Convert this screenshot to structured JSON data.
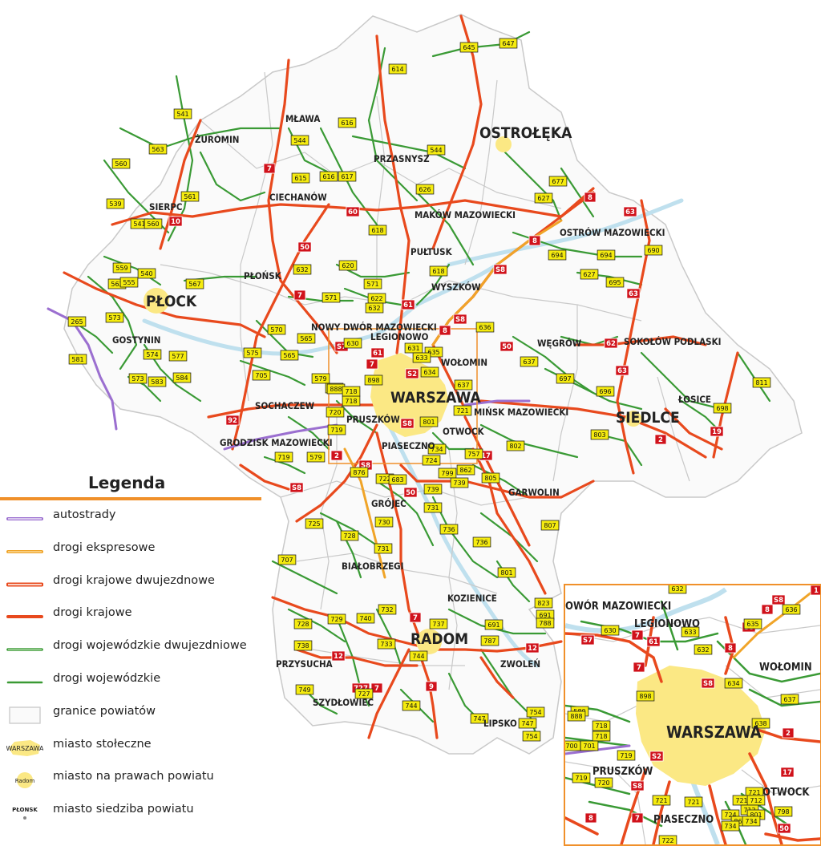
{
  "cities": {
    "warszawa": "WARSZAWA",
    "ostroleka": "OSTROŁĘKA",
    "plock": "PŁOCK",
    "siedlce": "SIEDLCE",
    "radom": "RADOM",
    "mlawa": "MŁAWA",
    "zuromin": "ŻUROMIN",
    "sierpc": "SIERPC",
    "ciechanow": "CIECHANÓW",
    "przasnysz": "PRZASNYSZ",
    "makow": "MAKÓW MAZOWIECKI",
    "ostrow": "OSTRÓW MAZOWIECKI",
    "pultusk": "PUŁTUSK",
    "plonsk": "PŁOŃSK",
    "wyszkow": "WYSZKÓW",
    "gostynin": "GOSTYNIN",
    "nowy_dwor": "NOWY DWÓR MAZOWIECKI",
    "legionowo": "LEGIONOWO",
    "wolomin": "WOŁOMIN",
    "wegrow": "WĘGRÓW",
    "sokolow": "SOKOŁÓW PODLASKI",
    "losice": "ŁOSICE",
    "sochaczew": "SOCHACZEW",
    "pruszkow": "PRUSZKÓW",
    "minsk": "MIŃSK MAZOWIECKI",
    "otwock": "OTWOCK",
    "grodzisk": "GRODZISK MAZOWIECKI",
    "piaseczno": "PIASECZNO",
    "garwolin": "GARWOLIN",
    "grojec": "GRÓJEC",
    "bialobrzegi": "BIAŁOBRZEGI",
    "kozienice": "KOZIENICE",
    "przysucha": "PRZYSUCHA",
    "zwolen": "ZWOLEŃ",
    "szydlowiec": "SZYDŁOWIEC",
    "lipsko": "LIPSKO"
  },
  "inset_cities": {
    "warszawa": "WARSZAWA",
    "nowy_dwor": "OWÓR MAZOWIECKI",
    "legionowo": "LEGIONOWO",
    "wolomin": "WOŁOMIN",
    "pruszkow": "PRUSZKÓW",
    "otwock": "OTWOCK",
    "piaseczno": "PIASECZNO"
  },
  "legend": {
    "title": "Legenda",
    "items": [
      {
        "label": "autostrady",
        "symbol": "motorway"
      },
      {
        "label": "drogi ekspresowe",
        "symbol": "expressway"
      },
      {
        "label": "drogi krajowe dwujezdnowe",
        "symbol": "national-dual"
      },
      {
        "label": "drogi krajowe",
        "symbol": "national"
      },
      {
        "label": "drogi wojewódzkie dwujezdniowe",
        "symbol": "voivodeship-dual"
      },
      {
        "label": "drogi wojewódzkie",
        "symbol": "voivodeship"
      },
      {
        "label": "granice powiatów",
        "symbol": "county-border"
      },
      {
        "label": "miasto stołeczne",
        "symbol": "capital",
        "sample": "WARSZAWA"
      },
      {
        "label": "miasto na prawach powiatu",
        "symbol": "city-county",
        "sample": "Radom"
      },
      {
        "label": "miasto siedziba powiatu",
        "symbol": "county-seat",
        "sample": "PŁONSK"
      }
    ]
  },
  "colors": {
    "national": "#e8491d",
    "voivodeship": "#3a9a35",
    "motorway": "#9b6fd0",
    "expressway": "#f0a428",
    "city_fill": "#fbe884",
    "border": "#c9c9c9",
    "river": "#bfe0ee",
    "legend_accent": "#f0902a"
  },
  "shields": [
    {
      "t": "n",
      "v": "7"
    },
    {
      "t": "n",
      "v": "10"
    },
    {
      "t": "n",
      "v": "60"
    },
    {
      "t": "n",
      "v": "50"
    },
    {
      "t": "n",
      "v": "8"
    },
    {
      "t": "n",
      "v": "63"
    },
    {
      "t": "n",
      "v": "61"
    },
    {
      "t": "n",
      "v": "S8"
    },
    {
      "t": "n",
      "v": "62"
    },
    {
      "t": "n",
      "v": "S7"
    },
    {
      "t": "n",
      "v": "92"
    },
    {
      "t": "n",
      "v": "2"
    },
    {
      "t": "n",
      "v": "19"
    },
    {
      "t": "n",
      "v": "17"
    },
    {
      "t": "n",
      "v": "12"
    },
    {
      "t": "n",
      "v": "9"
    },
    {
      "t": "n",
      "v": "S2"
    },
    {
      "t": "n",
      "v": "S8"
    },
    {
      "t": "n",
      "v": "50"
    },
    {
      "t": "n",
      "v": "S8"
    },
    {
      "t": "n",
      "v": "7"
    },
    {
      "t": "n",
      "v": "12"
    },
    {
      "t": "n",
      "v": "7"
    },
    {
      "t": "n",
      "v": "8"
    },
    {
      "t": "n",
      "v": "63"
    },
    {
      "t": "n",
      "v": "8"
    },
    {
      "t": "n",
      "v": "S8"
    },
    {
      "t": "n",
      "v": "63"
    },
    {
      "t": "n",
      "v": "61"
    },
    {
      "t": "n",
      "v": "7"
    },
    {
      "t": "n",
      "v": "50"
    },
    {
      "t": "n",
      "v": "2"
    },
    {
      "t": "n",
      "v": "S8"
    },
    {
      "t": "n",
      "v": "7"
    },
    {
      "t": "n",
      "v": "727"
    },
    {
      "t": "v",
      "v": "645"
    },
    {
      "t": "v",
      "v": "647"
    },
    {
      "t": "v",
      "v": "614"
    },
    {
      "t": "v",
      "v": "541"
    },
    {
      "t": "v",
      "v": "563"
    },
    {
      "t": "v",
      "v": "560"
    },
    {
      "t": "v",
      "v": "544"
    },
    {
      "t": "v",
      "v": "616"
    },
    {
      "t": "v",
      "v": "544"
    },
    {
      "t": "v",
      "v": "615"
    },
    {
      "t": "v",
      "v": "616"
    },
    {
      "t": "v",
      "v": "617"
    },
    {
      "t": "v",
      "v": "677"
    },
    {
      "t": "v",
      "v": "627"
    },
    {
      "t": "v",
      "v": "626"
    },
    {
      "t": "v",
      "v": "539"
    },
    {
      "t": "v",
      "v": "561"
    },
    {
      "t": "v",
      "v": "541"
    },
    {
      "t": "v",
      "v": "560"
    },
    {
      "t": "v",
      "v": "618"
    },
    {
      "t": "v",
      "v": "694"
    },
    {
      "t": "v",
      "v": "694"
    },
    {
      "t": "v",
      "v": "690"
    },
    {
      "t": "v",
      "v": "559"
    },
    {
      "t": "v",
      "v": "540"
    },
    {
      "t": "v",
      "v": "562"
    },
    {
      "t": "v",
      "v": "555"
    },
    {
      "t": "v",
      "v": "567"
    },
    {
      "t": "v",
      "v": "632"
    },
    {
      "t": "v",
      "v": "620"
    },
    {
      "t": "v",
      "v": "618"
    },
    {
      "t": "v",
      "v": "627"
    },
    {
      "t": "v",
      "v": "695"
    },
    {
      "t": "v",
      "v": "571"
    },
    {
      "t": "v",
      "v": "622"
    },
    {
      "t": "v",
      "v": "632"
    },
    {
      "t": "v",
      "v": "571"
    },
    {
      "t": "v",
      "v": "265"
    },
    {
      "t": "v",
      "v": "573"
    },
    {
      "t": "v",
      "v": "570"
    },
    {
      "t": "v",
      "v": "565"
    },
    {
      "t": "v",
      "v": "630"
    },
    {
      "t": "v",
      "v": "636"
    },
    {
      "t": "v",
      "v": "574"
    },
    {
      "t": "v",
      "v": "577"
    },
    {
      "t": "v",
      "v": "575"
    },
    {
      "t": "v",
      "v": "565"
    },
    {
      "t": "v",
      "v": "637"
    },
    {
      "t": "v",
      "v": "581"
    },
    {
      "t": "v",
      "v": "573"
    },
    {
      "t": "v",
      "v": "583"
    },
    {
      "t": "v",
      "v": "584"
    },
    {
      "t": "v",
      "v": "705"
    },
    {
      "t": "v",
      "v": "579"
    },
    {
      "t": "v",
      "v": "580"
    },
    {
      "t": "v",
      "v": "898"
    },
    {
      "t": "v",
      "v": "634"
    },
    {
      "t": "v",
      "v": "697"
    },
    {
      "t": "v",
      "v": "811"
    },
    {
      "t": "v",
      "v": "718"
    },
    {
      "t": "v",
      "v": "720"
    },
    {
      "t": "v",
      "v": "637"
    },
    {
      "t": "v",
      "v": "696"
    },
    {
      "t": "v",
      "v": "698"
    },
    {
      "t": "v",
      "v": "721"
    },
    {
      "t": "v",
      "v": "719"
    },
    {
      "t": "v",
      "v": "801"
    },
    {
      "t": "v",
      "v": "803"
    },
    {
      "t": "v",
      "v": "719"
    },
    {
      "t": "v",
      "v": "579"
    },
    {
      "t": "v",
      "v": "734"
    },
    {
      "t": "v",
      "v": "802"
    },
    {
      "t": "v",
      "v": "876"
    },
    {
      "t": "v",
      "v": "722"
    },
    {
      "t": "v",
      "v": "683"
    },
    {
      "t": "v",
      "v": "724"
    },
    {
      "t": "v",
      "v": "757"
    },
    {
      "t": "v",
      "v": "862"
    },
    {
      "t": "v",
      "v": "805"
    },
    {
      "t": "v",
      "v": "799"
    },
    {
      "t": "v",
      "v": "739"
    },
    {
      "t": "v",
      "v": "739"
    },
    {
      "t": "v",
      "v": "731"
    },
    {
      "t": "v",
      "v": "725"
    },
    {
      "t": "v",
      "v": "730"
    },
    {
      "t": "v",
      "v": "736"
    },
    {
      "t": "v",
      "v": "807"
    },
    {
      "t": "v",
      "v": "728"
    },
    {
      "t": "v",
      "v": "736"
    },
    {
      "t": "v",
      "v": "707"
    },
    {
      "t": "v",
      "v": "731"
    },
    {
      "t": "v",
      "v": "801"
    },
    {
      "t": "v",
      "v": "732"
    },
    {
      "t": "v",
      "v": "823"
    },
    {
      "t": "v",
      "v": "691"
    },
    {
      "t": "v",
      "v": "728"
    },
    {
      "t": "v",
      "v": "729"
    },
    {
      "t": "v",
      "v": "740"
    },
    {
      "t": "v",
      "v": "737"
    },
    {
      "t": "v",
      "v": "691"
    },
    {
      "t": "v",
      "v": "788"
    },
    {
      "t": "v",
      "v": "738"
    },
    {
      "t": "v",
      "v": "727"
    },
    {
      "t": "v",
      "v": "733"
    },
    {
      "t": "v",
      "v": "787"
    },
    {
      "t": "v",
      "v": "744"
    },
    {
      "t": "v",
      "v": "749"
    },
    {
      "t": "v",
      "v": "744"
    },
    {
      "t": "v",
      "v": "747"
    },
    {
      "t": "v",
      "v": "754"
    },
    {
      "t": "v",
      "v": "747"
    },
    {
      "t": "v",
      "v": "754"
    },
    {
      "t": "v",
      "v": "635"
    },
    {
      "t": "v",
      "v": "631"
    },
    {
      "t": "v",
      "v": "633"
    },
    {
      "t": "v",
      "v": "888"
    },
    {
      "t": "v",
      "v": "718"
    }
  ],
  "inset_shields": [
    {
      "t": "n",
      "v": "S8"
    },
    {
      "t": "n",
      "v": "8"
    },
    {
      "t": "n",
      "v": "S7"
    },
    {
      "t": "n",
      "v": "7"
    },
    {
      "t": "n",
      "v": "61"
    },
    {
      "t": "n",
      "v": "8"
    },
    {
      "t": "n",
      "v": "S8"
    },
    {
      "t": "n",
      "v": "7"
    },
    {
      "t": "n",
      "v": "S8"
    },
    {
      "t": "n",
      "v": "2"
    },
    {
      "t": "n",
      "v": "S2"
    },
    {
      "t": "n",
      "v": "S8"
    },
    {
      "t": "n",
      "v": "17"
    },
    {
      "t": "n",
      "v": "8"
    },
    {
      "t": "n",
      "v": "7"
    },
    {
      "t": "n",
      "v": "50"
    },
    {
      "t": "n",
      "v": "1"
    },
    {
      "t": "v",
      "v": "632"
    },
    {
      "t": "v",
      "v": "636"
    },
    {
      "t": "v",
      "v": "630"
    },
    {
      "t": "v",
      "v": "633"
    },
    {
      "t": "v",
      "v": "635"
    },
    {
      "t": "v",
      "v": "632"
    },
    {
      "t": "v",
      "v": "634"
    },
    {
      "t": "v",
      "v": "898"
    },
    {
      "t": "v",
      "v": "637"
    },
    {
      "t": "v",
      "v": "580"
    },
    {
      "t": "v",
      "v": "888"
    },
    {
      "t": "v",
      "v": "718"
    },
    {
      "t": "v",
      "v": "718"
    },
    {
      "t": "v",
      "v": "700"
    },
    {
      "t": "v",
      "v": "701"
    },
    {
      "t": "v",
      "v": "638"
    },
    {
      "t": "v",
      "v": "719"
    },
    {
      "t": "v",
      "v": "719"
    },
    {
      "t": "v",
      "v": "720"
    },
    {
      "t": "v",
      "v": "721"
    },
    {
      "t": "v",
      "v": "721"
    },
    {
      "t": "v",
      "v": "721"
    },
    {
      "t": "v",
      "v": "712"
    },
    {
      "t": "v",
      "v": "712"
    },
    {
      "t": "v",
      "v": "801"
    },
    {
      "t": "v",
      "v": "724"
    },
    {
      "t": "v",
      "v": "868"
    },
    {
      "t": "v",
      "v": "734"
    },
    {
      "t": "v",
      "v": "798"
    },
    {
      "t": "v",
      "v": "722"
    },
    {
      "t": "v",
      "v": "721"
    },
    {
      "t": "v",
      "v": "734"
    }
  ]
}
